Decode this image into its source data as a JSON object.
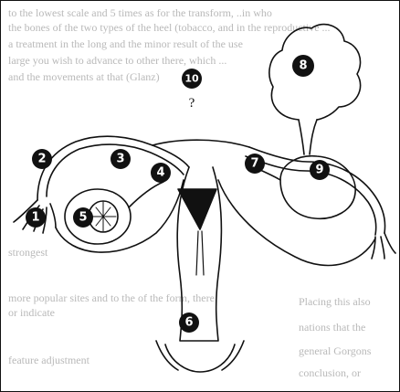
{
  "diagram": {
    "labels": [
      {
        "id": "1",
        "text": "1"
      },
      {
        "id": "2",
        "text": "2"
      },
      {
        "id": "3",
        "text": "3"
      },
      {
        "id": "4",
        "text": "4"
      },
      {
        "id": "5",
        "text": "5"
      },
      {
        "id": "6",
        "text": "6"
      },
      {
        "id": "7",
        "text": "7"
      },
      {
        "id": "8",
        "text": "8"
      },
      {
        "id": "9",
        "text": "9"
      },
      {
        "id": "10",
        "text": "10"
      }
    ],
    "question_mark": "?"
  },
  "background_text": [
    "to the lowest scale and 5 times as for the transform, ..in who",
    "the bones of the two types of the heel (tobacco, and in the reproductive ...",
    "a treatment in the long and the minor result of the use",
    "large you wish to advance to other there, which ...",
    "and the movements at that (Glanz)",
    "strongest",
    "more popular sites and to the of the form, there",
    "or indicate",
    "feature adjustment",
    "Placing this also",
    "nations that the",
    "general Gorgons",
    "conclusion, or"
  ],
  "colors": {
    "outline": "#111111",
    "badge": "#111111",
    "background_text": "#b9b9b9"
  }
}
